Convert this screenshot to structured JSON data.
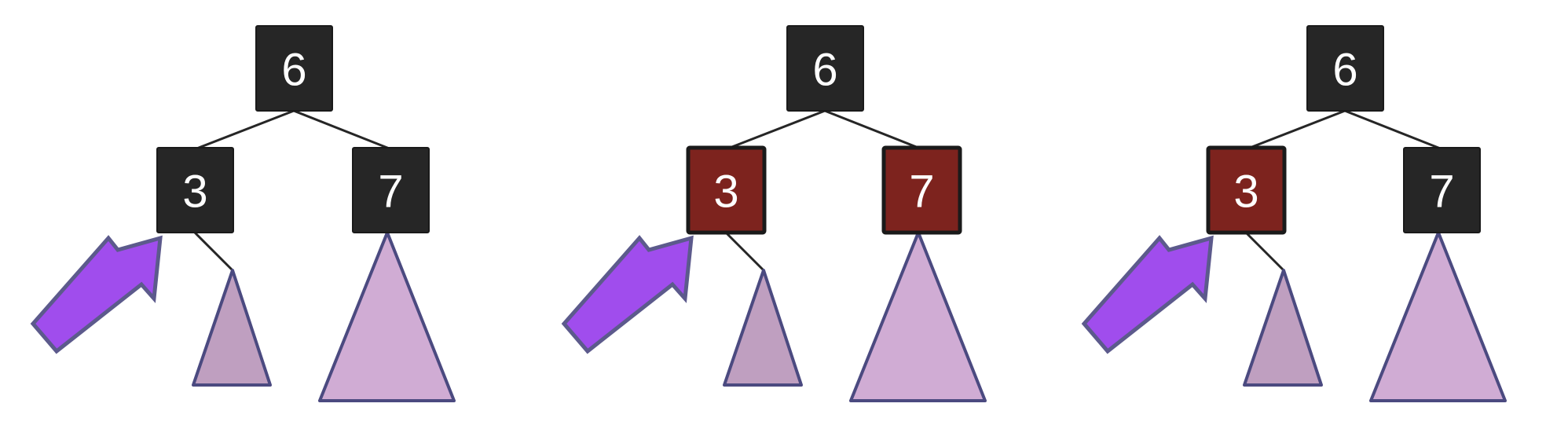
{
  "colors": {
    "background": "#ffffff",
    "node_dark": "#262626",
    "node_highlight": "#7d231e",
    "node_border": "#1a1a1a",
    "edge": "#262626",
    "subtree_small": "#bf9fc0",
    "subtree_large": "#d0acd4",
    "subtree_stroke": "#4b4a80",
    "arrow_fill": "#a04ded",
    "arrow_stroke": "#5c5a8c"
  },
  "panels": [
    {
      "root": {
        "label": "6",
        "highlight": false
      },
      "left": {
        "label": "3",
        "highlight": false
      },
      "right": {
        "label": "7",
        "highlight": false
      },
      "arrow_icon": "arrow-pointing-up-right"
    },
    {
      "root": {
        "label": "6",
        "highlight": false
      },
      "left": {
        "label": "3",
        "highlight": true
      },
      "right": {
        "label": "7",
        "highlight": true
      },
      "arrow_icon": "arrow-pointing-up-right"
    },
    {
      "root": {
        "label": "6",
        "highlight": false
      },
      "left": {
        "label": "3",
        "highlight": true
      },
      "right": {
        "label": "7",
        "highlight": false
      },
      "arrow_icon": "arrow-pointing-up-right"
    }
  ]
}
